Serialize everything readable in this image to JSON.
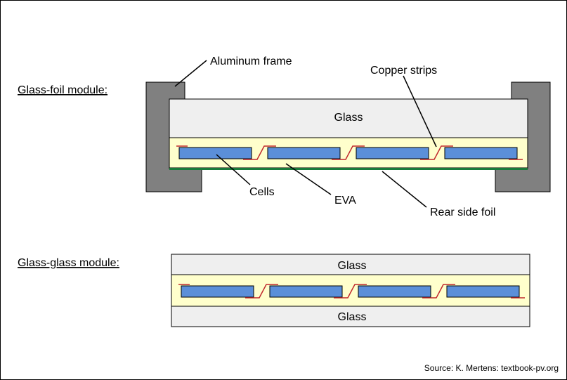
{
  "sections": {
    "glass_foil": "Glass-foil module:",
    "glass_glass": "Glass-glass module:"
  },
  "labels": {
    "aluminum_frame": "Aluminum frame",
    "copper_strips": "Copper strips",
    "glass": "Glass",
    "cells": "Cells",
    "eva": "EVA",
    "rear_side_foil": "Rear side foil"
  },
  "glass_glass_labels": {
    "top_glass": "Glass",
    "bottom_glass": "Glass"
  },
  "source": "Source: K. Mertens: textbook-pv.org",
  "colors": {
    "frame": "#808080",
    "glass": "#efefef",
    "eva": "#ffffcc",
    "cell": "#5b8fd9",
    "copper": "#c0282d",
    "rear_foil": "#1a7a3a"
  }
}
